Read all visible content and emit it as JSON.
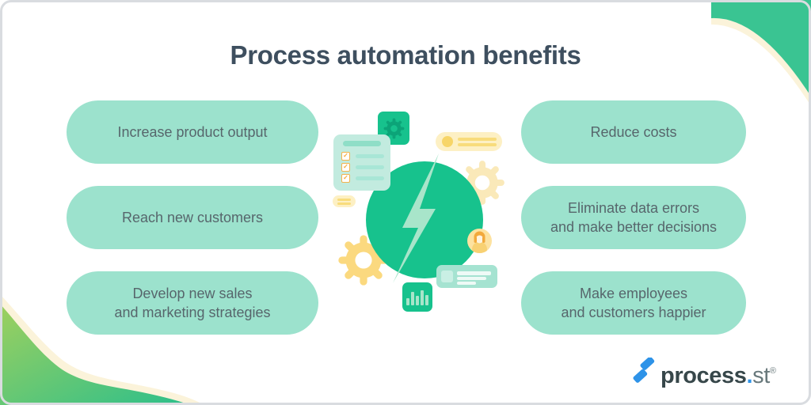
{
  "title": "Process automation benefits",
  "pills": {
    "left": [
      {
        "label": "Increase product output"
      },
      {
        "label": "Reach new customers"
      },
      {
        "label": "Develop new sales\nand marketing strategies"
      }
    ],
    "right": [
      {
        "label": "Reduce costs"
      },
      {
        "label": "Eliminate data errors\nand make better decisions"
      },
      {
        "label": "Make employees\nand customers happier"
      }
    ]
  },
  "illustration": {
    "checkmark": "✓",
    "icons": [
      "gear-icon",
      "checklist-icon",
      "tag-pill-icon",
      "lightning-bolt-icon",
      "user-avatar-icon",
      "message-card-icon",
      "bar-chart-icon"
    ]
  },
  "logo": {
    "brand": "process",
    "dot": ".",
    "suffix": "st",
    "registered": "®"
  },
  "colors": {
    "teal": "#17c28d",
    "teal_dark": "#0ca478",
    "mint": "#9ce2cd",
    "mint_light": "#c2ebdf",
    "bolt_mint": "#a8e5ca",
    "yellow_light": "#fdf0c4",
    "yellow": "#f8dc7c",
    "gear_yellow_pale": "#fae9b9",
    "gear_yellow": "#fbd97f",
    "orange": "#f5a93b",
    "corner_green": "#3ac492",
    "cream": "#fbf3da",
    "wave_light": "#9ed05e",
    "wave_teal": "#2cbf8b",
    "title_text": "#3e4f5f",
    "pill_text": "#57666c",
    "logo_blue": "#2e93e8",
    "logo_dark": "#37474a",
    "logo_grey": "#69797c"
  }
}
